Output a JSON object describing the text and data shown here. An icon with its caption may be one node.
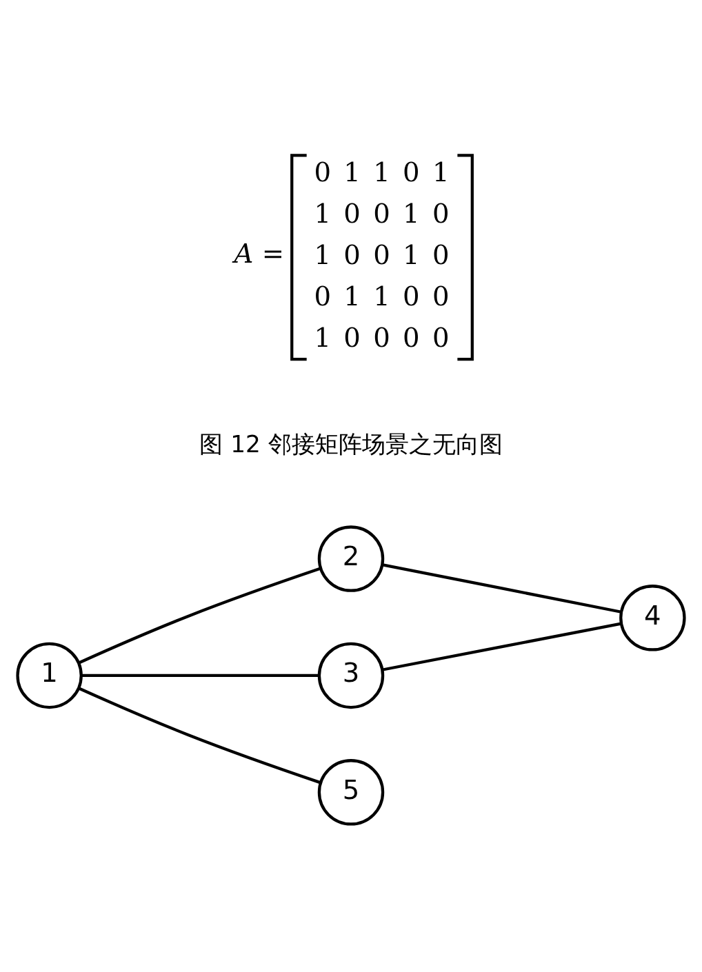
{
  "diagram": {
    "nodes": [
      {
        "text": [
          "2"
        ]
      },
      {
        "text": [
          "1"
        ]
      },
      {
        "text": [
          "3"
        ]
      },
      {
        "text": [
          "4"
        ]
      },
      {
        "text": [
          "5"
        ]
      }
    ],
    "edges": [
      {
        "from": 1,
        "to": 0,
        "arrow": "none"
      },
      {
        "from": 1,
        "to": 2,
        "arrow": "none"
      },
      {
        "from": 1,
        "to": 4,
        "arrow": "none"
      },
      {
        "from": 0,
        "to": 3,
        "arrow": "none"
      },
      {
        "from": 2,
        "to": 3,
        "arrow": "none"
      }
    ],
    "labels": [
      "图 12 邻接矩阵场景之无向图",
      "A =",
      "0",
      "1",
      "1",
      "0",
      "1",
      "1",
      "0",
      "0",
      "1",
      "0",
      "1",
      "0",
      "0",
      "1",
      "0",
      "0",
      "1",
      "1",
      "0",
      "0",
      "1",
      "0",
      "0",
      "0",
      "0"
    ]
  }
}
